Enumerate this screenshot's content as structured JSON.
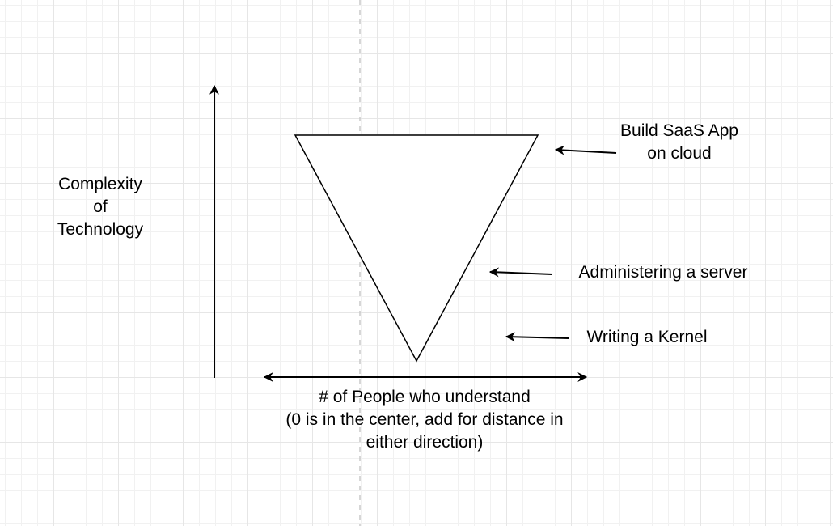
{
  "diagram": {
    "y_axis_label": [
      "Complexity",
      "of",
      "Technology"
    ],
    "x_axis_label": [
      "# of People who understand",
      "(0 is in the center, add for distance in",
      "either direction)"
    ],
    "annotations": {
      "saas": [
        "Build SaaS App",
        "on cloud"
      ],
      "server": "Administering a server",
      "kernel": "Writing a Kernel"
    },
    "colors": {
      "stroke": "#000000",
      "fill": "#ffffff",
      "grid": "#e6e6e6",
      "center_guide": "#c8c8c8"
    }
  }
}
